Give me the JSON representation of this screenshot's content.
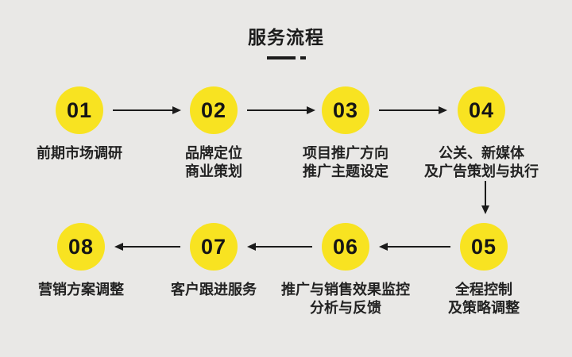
{
  "header": {
    "title": "服务流程"
  },
  "steps": [
    {
      "number": "01",
      "lines": [
        "前期市场调研"
      ]
    },
    {
      "number": "02",
      "lines": [
        "品牌定位",
        "商业策划"
      ]
    },
    {
      "number": "03",
      "lines": [
        "项目推广方向",
        "推广主题设定"
      ]
    },
    {
      "number": "04",
      "lines": [
        "公关、新媒体",
        "及广告策划与执行"
      ]
    },
    {
      "number": "05",
      "lines": [
        "全程控制",
        "及策略调整"
      ]
    },
    {
      "number": "06",
      "lines": [
        "推广与销售效果监控",
        "分析与反馈"
      ]
    },
    {
      "number": "07",
      "lines": [
        "客户跟进服务"
      ]
    },
    {
      "number": "08",
      "lines": [
        "营销方案调整"
      ]
    }
  ],
  "flow_order": [
    "01",
    "02",
    "03",
    "04",
    "05",
    "06",
    "07",
    "08"
  ],
  "colors": {
    "background": "#E9E8E6",
    "circle": "#F8E321",
    "text": "#1C1C1C",
    "arrow": "#1B1B1B"
  }
}
